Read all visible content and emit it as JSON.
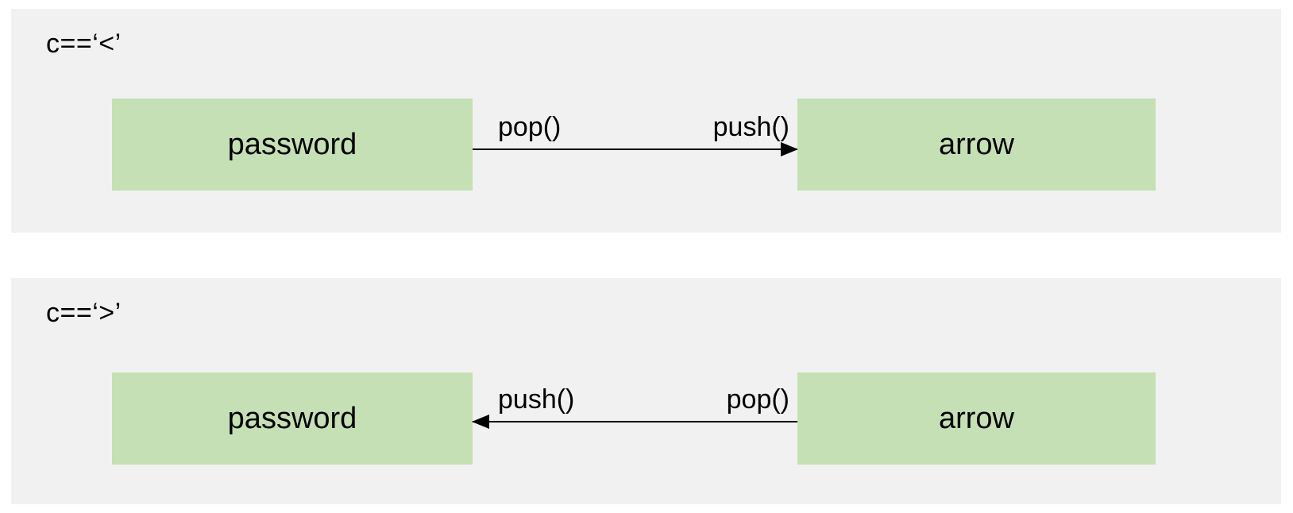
{
  "diagram": {
    "type": "flow",
    "colors": {
      "panel_background": "#f1f1f1",
      "node_fill": "#c5e0b4",
      "stroke": "#000000",
      "page_background": "#ffffff"
    },
    "rows": [
      {
        "id": "row-less-than",
        "condition": "c==‘<’",
        "left_node": "password",
        "right_node": "arrow",
        "arrow_direction": "right",
        "label_near_left_node": "pop()",
        "label_near_right_node": "push()"
      },
      {
        "id": "row-greater-than",
        "condition": "c==‘>’",
        "left_node": "password",
        "right_node": "arrow",
        "arrow_direction": "left",
        "label_near_left_node": "push()",
        "label_near_right_node": "pop()"
      }
    ]
  }
}
